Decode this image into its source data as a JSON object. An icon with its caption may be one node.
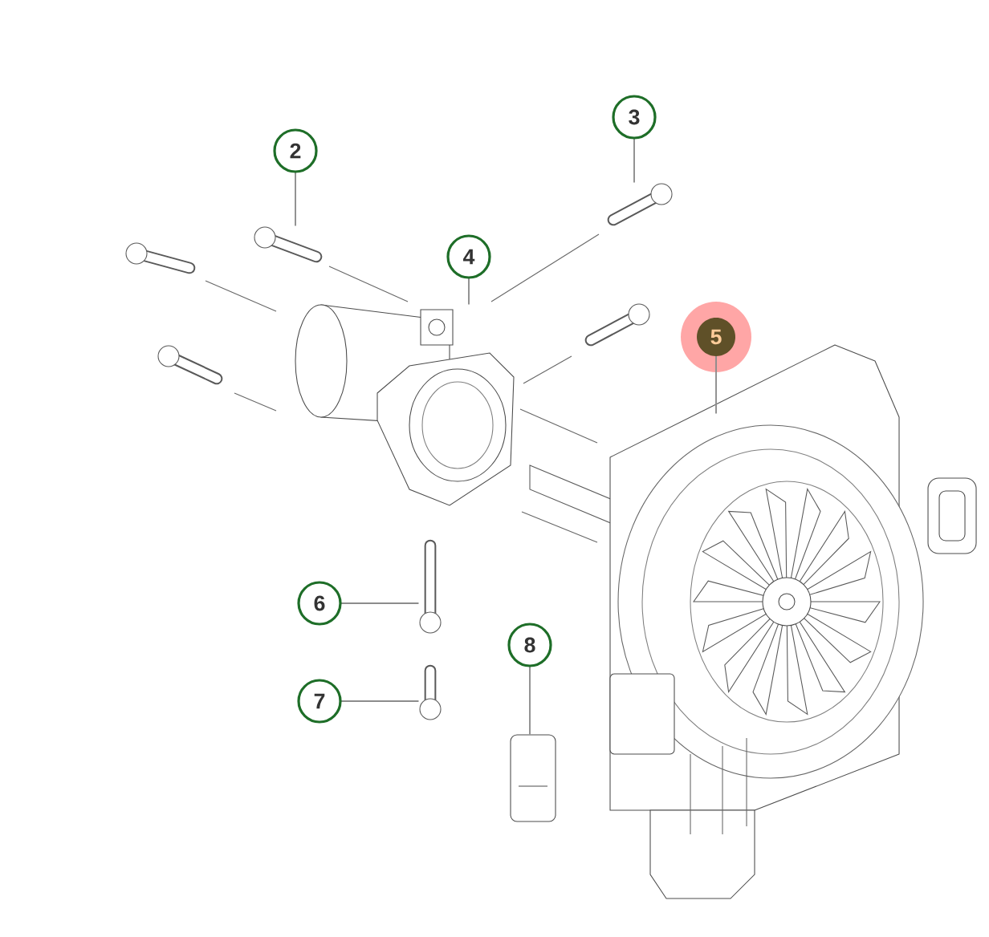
{
  "diagram": {
    "nodes": [
      {
        "text": [
          "2"
        ]
      },
      {
        "text": [
          "3"
        ]
      },
      {
        "text": [
          "4"
        ]
      },
      {
        "text": [
          "5"
        ]
      },
      {
        "text": [
          "6"
        ]
      },
      {
        "text": [
          "7"
        ]
      },
      {
        "text": [
          "8"
        ]
      },
      {
        "text": [],
        "shape": "picture"
      },
      {
        "text": [],
        "shape": "picture"
      },
      {
        "text": [],
        "shape": "picture"
      },
      {
        "text": [],
        "shape": "picture"
      },
      {
        "text": [],
        "shape": "picture"
      },
      {
        "text": [],
        "shape": "picture"
      },
      {
        "text": [],
        "shape": "picture"
      }
    ],
    "edges": [
      {
        "from": 0,
        "to": 7,
        "arrow": "none"
      },
      {
        "from": 1,
        "to": 8,
        "arrow": "none"
      },
      {
        "from": 2,
        "to": 9,
        "arrow": "none"
      },
      {
        "from": 3,
        "to": 10,
        "arrow": "none"
      },
      {
        "from": 4,
        "to": 11,
        "arrow": "none"
      },
      {
        "from": 5,
        "to": 12,
        "arrow": "none"
      },
      {
        "from": 6,
        "to": 13,
        "arrow": "none"
      }
    ]
  }
}
